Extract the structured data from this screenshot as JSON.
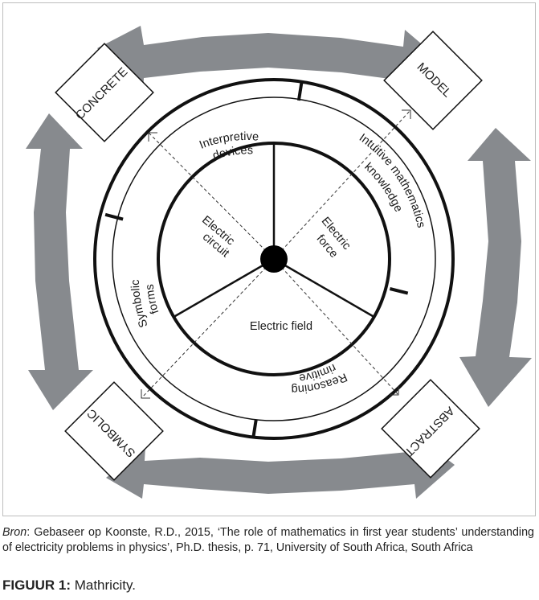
{
  "diagram": {
    "corner_boxes": {
      "concrete": "CONCRETE",
      "model": "MODEL",
      "abstract": "ABSTRACT",
      "symbolic": "SYMBOLIC"
    },
    "outer_ring": {
      "interpretive_1": "Interpretive",
      "interpretive_2": "devices",
      "intuitive_1": "Intuitive mathematics",
      "intuitive_2": "knowledge",
      "reasoning_1": "Reasoning",
      "reasoning_2": "primitives",
      "symbolic_1": "Symbolic",
      "symbolic_2": "forms"
    },
    "inner_sectors": {
      "circuit_1": "Electric",
      "circuit_2": "circuit",
      "force_1": "Electric",
      "force_2": "force",
      "field": "Electric field"
    },
    "colors": {
      "arrow_fill": "#878a8e",
      "line": "#111111"
    }
  },
  "caption": {
    "source_label": "Bron",
    "source_text": ": Gebaseer op Koonste, R.D., 2015, ‘The role of mathematics in first year students’ understanding of electricity problems in physics’, Ph.D. thesis, p. 71, University of South Africa, South Africa"
  },
  "figure": {
    "label": "FIGUUR 1:",
    "title": " Mathricity."
  }
}
